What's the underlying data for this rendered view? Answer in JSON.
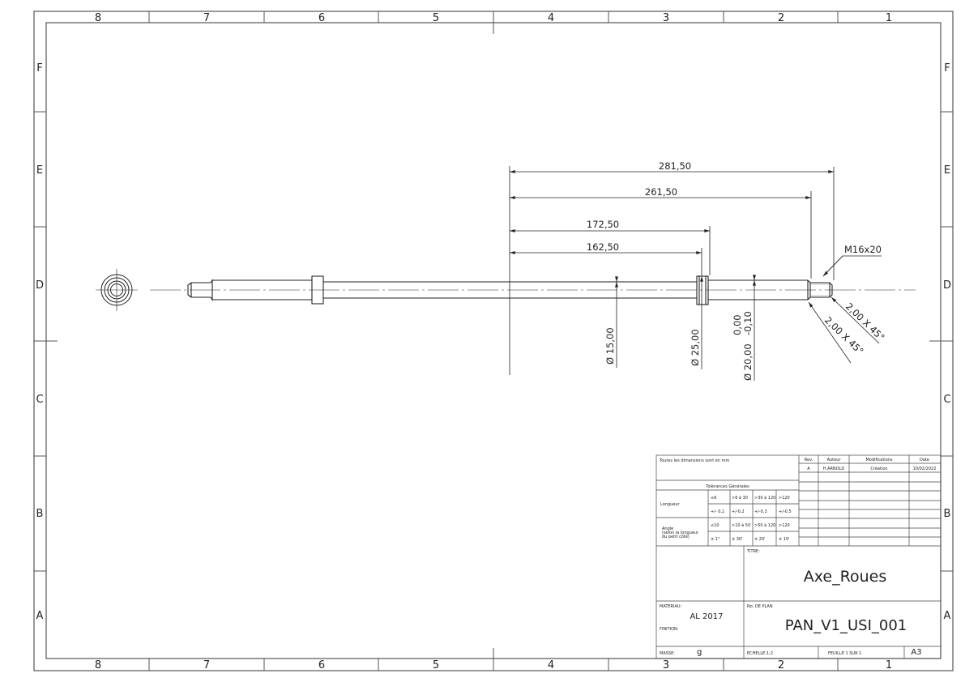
{
  "frame": {
    "columns": [
      "8",
      "7",
      "6",
      "5",
      "4",
      "3",
      "2",
      "1"
    ],
    "rows": [
      "F",
      "E",
      "D",
      "C",
      "B",
      "A"
    ]
  },
  "dimensions": {
    "len_281": "281,50",
    "len_261": "261,50",
    "len_172": "172,50",
    "len_162": "162,50",
    "thread": "M16x20",
    "diam_15": "Ø 15,00",
    "diam_25": "Ø 25,00",
    "diam_20": "Ø 20,00",
    "tol_upper": "0,00",
    "tol_lower": "-0,10",
    "chamfer_a": "2,00 X 45°",
    "chamfer_b": "2,00 X 45°"
  },
  "title_block": {
    "units_note": "Toutes les dimensions sont en mm",
    "rev_header": "Rev.",
    "author_header": "Auteur",
    "changes_header": "Modifications",
    "date_header": "Date",
    "rev": "A",
    "author": "H.ARNOLD",
    "change": "Création",
    "date": "10/02/2022",
    "tolerances_title": "Tolérances Générales",
    "length_label": "Longueur",
    "length_ranges": [
      "≤6",
      ">6 à 30",
      ">30 à 120",
      ">120"
    ],
    "length_tols": [
      "+/- 0,1",
      "+/-0,2",
      "+/-0,3",
      "+/-0,5"
    ],
    "angle_label": [
      "Angle",
      "(selon la longueur",
      "du petit côté)"
    ],
    "angle_ranges": [
      "≤10",
      ">10 à 50",
      ">50 à 120",
      ">120"
    ],
    "angle_tols": [
      "± 1°",
      "± 30'",
      "± 20'",
      "± 10'"
    ],
    "titre_label": "TITRE:",
    "title": "Axe_Roues",
    "material_label": "MATERIAU:",
    "material": "AL 2017",
    "finish_label": "FINITION:",
    "plan_label": "No. DE PLAN",
    "plan_number": "PAN_V1_USI_001",
    "mass_label": "MASSE:",
    "mass_value": "g",
    "scale": "ECHELLE:1:2",
    "sheet": "FEUILLE 1 SUR 1",
    "format": "A3"
  }
}
